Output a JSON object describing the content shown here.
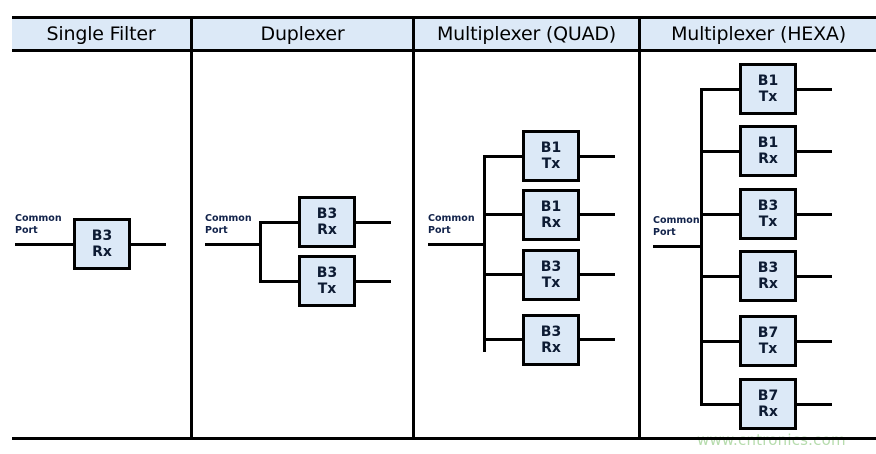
{
  "columns": [
    {
      "title": "Single Filter"
    },
    {
      "title": "Duplexer"
    },
    {
      "title": "Multiplexer (QUAD)"
    },
    {
      "title": "Multiplexer (HEXA)"
    }
  ],
  "common_port_label": {
    "line1": "Common",
    "line2": "Port"
  },
  "single_filter": {
    "filters": [
      {
        "band": "B3",
        "dir": "Rx"
      }
    ]
  },
  "duplexer": {
    "filters": [
      {
        "band": "B3",
        "dir": "Rx"
      },
      {
        "band": "B3",
        "dir": "Tx"
      }
    ]
  },
  "multiplexer_quad": {
    "filters": [
      {
        "band": "B1",
        "dir": "Tx"
      },
      {
        "band": "B1",
        "dir": "Rx"
      },
      {
        "band": "B3",
        "dir": "Tx"
      },
      {
        "band": "B3",
        "dir": "Rx"
      }
    ]
  },
  "multiplexer_hexa": {
    "filters": [
      {
        "band": "B1",
        "dir": "Tx"
      },
      {
        "band": "B1",
        "dir": "Rx"
      },
      {
        "band": "B3",
        "dir": "Tx"
      },
      {
        "band": "B3",
        "dir": "Rx"
      },
      {
        "band": "B7",
        "dir": "Tx"
      },
      {
        "band": "B7",
        "dir": "Rx"
      }
    ]
  },
  "watermark": "www.cntronics.com",
  "colors": {
    "box_fill": "#dce9f7",
    "header_fill": "#dce9f7",
    "line": "#000000",
    "label_text": "#11224a",
    "watermark": "#b7dcae"
  }
}
